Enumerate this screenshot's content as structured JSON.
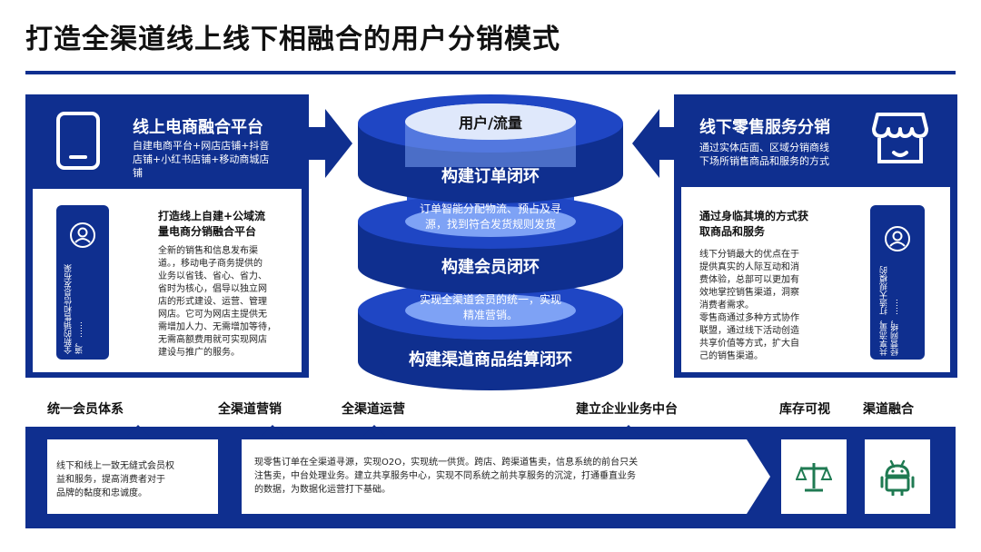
{
  "title": "打造全渠道线上线下相融合的用户分销模式",
  "colors": {
    "brand": "#0f2f8f",
    "accent": "#2a55d0",
    "icon_green": "#1f7a52"
  },
  "left_panel": {
    "icon": "tablet-icon",
    "title": "线上电商融合平台",
    "subtitle_lines": [
      "自建电商平台+网店店铺+抖音",
      "店铺+小红书店铺+移动商城店",
      "铺"
    ],
    "card_icon": "user-circle-icon",
    "card_text": "全新的销售和信息发布渠道，……",
    "head_lines": [
      "打造线上自建+公域流",
      "量电商分销融合平台"
    ],
    "body_lines": [
      "全新的销售和信息发布渠",
      "道。，移动电子商务提供的",
      "业务以省钱、省心、省力、",
      "省时为核心，倡导以独立网",
      "店的形式建设、运营、管理",
      "网店。它可为网店主提供无",
      "需增加人力、无需增加等待，",
      "无需高额费用就可实现网店",
      "建设与推广的服务。"
    ]
  },
  "right_panel": {
    "icon": "storefront-icon",
    "title": "线下零售服务分销",
    "subtitle_lines": [
      "通过实体店面、区域分销商线",
      "下场所销售商品和服务的方式"
    ],
    "card_icon": "user-circle-icon",
    "card_text": "共享流量，打造大规模的经营网络，……",
    "head_lines": [
      "通过身临其境的方式获",
      "取商品和服务"
    ],
    "body_lines": [
      "线下分销最大的优点在于",
      "提供真实的人际互动和消",
      "费体验，总部可以更加有",
      "效地掌控销售渠道，洞察",
      "消费者需求。",
      "零售商通过多种方式协作",
      "联盟，通过线下活动创造",
      "共享价值等方式，扩大自",
      "己的销售渠道。"
    ]
  },
  "center": {
    "top_label": "用户/流量",
    "disk1": "构建订单闭环",
    "band1_lines": [
      "订单智能分配物流、预占及寻",
      "源，找到符合发货规则发货"
    ],
    "disk2": "构建会员闭环",
    "band2_lines": [
      "实现全渠道会员的统一，实现",
      "精准营销。"
    ],
    "disk3": "构建渠道商品结算闭环"
  },
  "bottom": {
    "labels": [
      "统一会员体系",
      "全渠道营销",
      "全渠道运营",
      "建立企业业务中台",
      "库存可视",
      "渠道融合"
    ],
    "box1_lines": [
      "线下和线上一致无缝式会员权",
      "益和服务，提高消费者对于",
      "品牌的黏度和忠诚度。"
    ],
    "box2_lines": [
      "现零售订单在全渠道寻源，实现O2O，实现统一供货。跨店、跨渠道售卖，信息系统的前台只关",
      "注售卖，中台处理业务。建立共享服务中心，实现不同系统之前共享服务的沉淀，打通垂直业务",
      "的数据，为数据化运营打下基础。"
    ],
    "icon3": "scale-icon",
    "icon4": "android-robot-icon"
  }
}
